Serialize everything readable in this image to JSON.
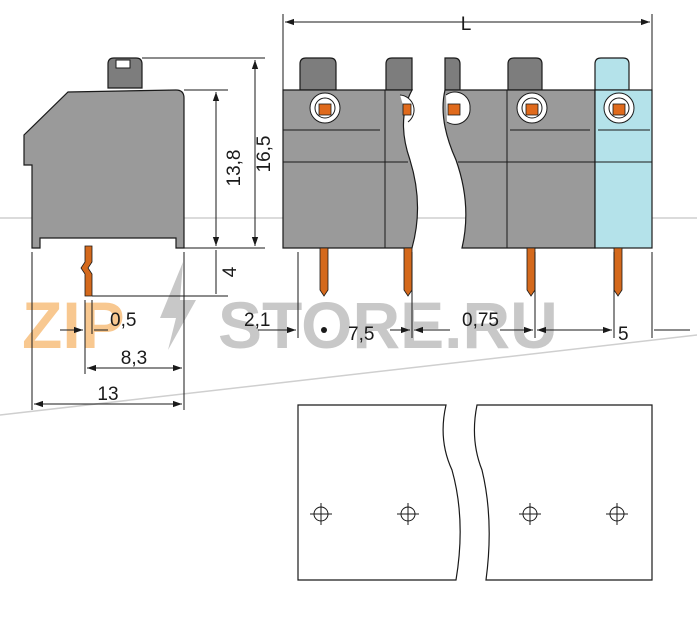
{
  "colors": {
    "housing": "#9a9a9a",
    "housing_dark": "#7d7d7d",
    "end_plate": "#b4e2ea",
    "pin": "#d4691c",
    "release_button": "#e06a1c",
    "line": "#1a1a1a",
    "watermark_orange": "#f8c890",
    "watermark_gray": "#c8c8c8"
  },
  "watermark": {
    "text": "ZIPSTORE.RU",
    "orange_part": "ZIP",
    "gray_part": "STORE.RU",
    "icon": "lightning-bolt-icon"
  },
  "side_view": {
    "dimensions": {
      "height_body": "13,8",
      "height_total": "16,5",
      "pin_length": "4",
      "pin_offset": "0,5",
      "pin_to_back": "8,3",
      "depth": "13"
    }
  },
  "front_view": {
    "dimensions": {
      "length": "L",
      "first_pin": "2,1",
      "pitch": "7,5",
      "gap": "0,75",
      "end_pitch": "5"
    }
  },
  "footprint": {
    "hole_icon": "drill-hole-icon"
  }
}
